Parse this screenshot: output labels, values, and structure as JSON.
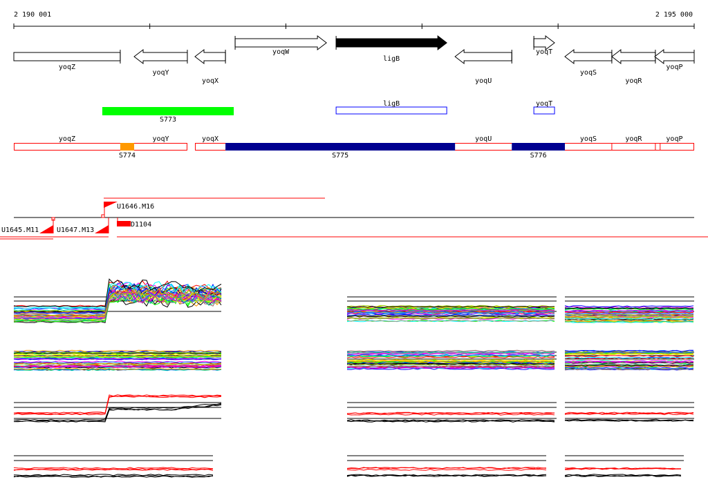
{
  "ruler": {
    "start_label": "2 190 001",
    "end_label": "2 195 000",
    "start": 2190001,
    "end": 2195000,
    "tick_step": 1000
  },
  "genes": [
    {
      "name": "yoqZ",
      "start": 2190001,
      "end": 2190783,
      "strand": "box"
    },
    {
      "name": "yoqY",
      "start": 2190885,
      "end": 2191276,
      "strand": "-"
    },
    {
      "name": "yoqX",
      "start": 2191332,
      "end": 2191556,
      "strand": "-"
    },
    {
      "name": "yoqW",
      "start": 2191627,
      "end": 2192298,
      "strand": "+"
    },
    {
      "name": "ligB",
      "start": 2192369,
      "end": 2193182,
      "strand": "+",
      "highlight": true
    },
    {
      "name": "yoqU",
      "start": 2193243,
      "end": 2193660,
      "strand": "-"
    },
    {
      "name": "yoqT",
      "start": 2193822,
      "end": 2193974,
      "strand": "+"
    },
    {
      "name": "yoqS",
      "start": 2194050,
      "end": 2194395,
      "strand": "-"
    },
    {
      "name": "yoqR",
      "start": 2194395,
      "end": 2194715,
      "strand": "-"
    },
    {
      "name": "yoqP",
      "start": 2194710,
      "end": 2195000,
      "strand": "-"
    }
  ],
  "segments_plus": [
    {
      "name": "S773",
      "start": 2190651,
      "end": 2191617,
      "color": "#00ff00",
      "filled": true
    },
    {
      "name": "ligB",
      "start": 2192369,
      "end": 2193182,
      "color": "#0000ff",
      "filled": false,
      "label_above": true
    },
    {
      "name": "yoqT",
      "start": 2193822,
      "end": 2193974,
      "color": "#0000ff",
      "filled": false,
      "label_above": true
    }
  ],
  "segments_minus": {
    "outline_color": "#ff0000",
    "boxes": [
      {
        "start": 2190001,
        "end": 2191276
      },
      {
        "start": 2191332,
        "end": 2195000
      }
    ],
    "gene_labels": [
      {
        "name": "yoqZ",
        "start": 2190001,
        "end": 2190783
      },
      {
        "name": "yoqY",
        "start": 2190885,
        "end": 2191276
      },
      {
        "name": "yoqX",
        "start": 2191332,
        "end": 2191556
      },
      {
        "name": "yoqU",
        "start": 2193243,
        "end": 2193660
      },
      {
        "name": "yoqS",
        "start": 2194050,
        "end": 2194395
      },
      {
        "name": "yoqR",
        "start": 2194395,
        "end": 2194715
      },
      {
        "name": "yoqP",
        "start": 2194710,
        "end": 2195000
      }
    ],
    "dividers": [
      2194395,
      2194715,
      2194750
    ],
    "filled": [
      {
        "name": "S774",
        "start": 2190783,
        "end": 2190885,
        "color": "#ff9900"
      },
      {
        "name": "S775",
        "start": 2191556,
        "end": 2193243,
        "color": "#000090"
      },
      {
        "name": "S776",
        "start": 2193660,
        "end": 2194050,
        "color": "#000090"
      }
    ]
  },
  "features": [
    {
      "name": "U1646.M16",
      "strand": "+"
    },
    {
      "name": "U1645.M11",
      "strand": "-"
    },
    {
      "name": "U1647.M13",
      "strand": "-"
    },
    {
      "name": "D1104",
      "strand": "-"
    }
  ],
  "palette": [
    "#ff0000",
    "#00ff00",
    "#0000ff",
    "#ff00ff",
    "#00ffff",
    "#ffff00",
    "#ff9900",
    "#999999",
    "#000000",
    "#0066ff",
    "#cc00cc",
    "#99cc00",
    "#996666",
    "#00cc99"
  ]
}
